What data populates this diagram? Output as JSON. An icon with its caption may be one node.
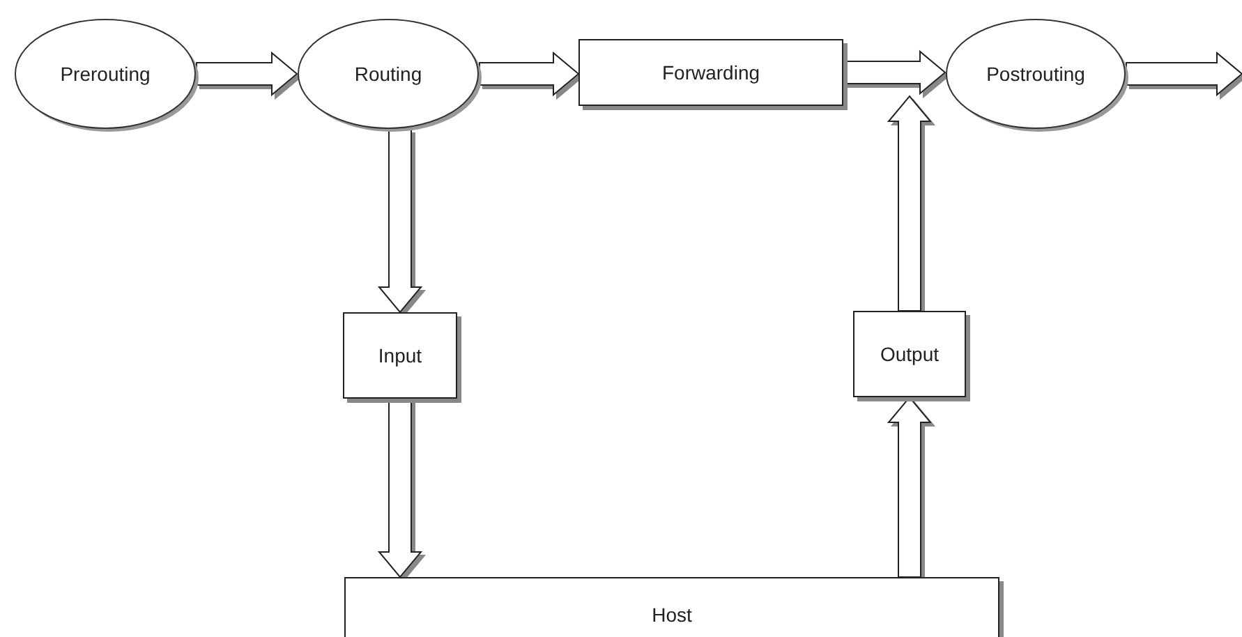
{
  "diagram": {
    "nodes": [
      {
        "text": [
          "Prerouting"
        ]
      },
      {
        "text": [
          "Routing"
        ]
      },
      {
        "text": [
          "Forwarding"
        ]
      },
      {
        "text": [
          "Postrouting"
        ]
      },
      {
        "text": [
          "Input"
        ]
      },
      {
        "text": [
          "Output"
        ]
      },
      {
        "text": [
          "Host"
        ]
      }
    ],
    "edges": [
      {
        "from": 0,
        "to": 1,
        "arrow": "to"
      },
      {
        "from": 1,
        "to": 2,
        "arrow": "to"
      },
      {
        "from": 2,
        "to": 3,
        "arrow": "to"
      },
      {
        "from": 3,
        "to": null,
        "arrow": "to"
      },
      {
        "from": 1,
        "to": 4,
        "arrow": "to"
      },
      {
        "from": 4,
        "to": 6,
        "arrow": "to"
      },
      {
        "from": 6,
        "to": 5,
        "arrow": "to"
      },
      {
        "from": 5,
        "to": 3,
        "arrow": "to"
      }
    ]
  }
}
